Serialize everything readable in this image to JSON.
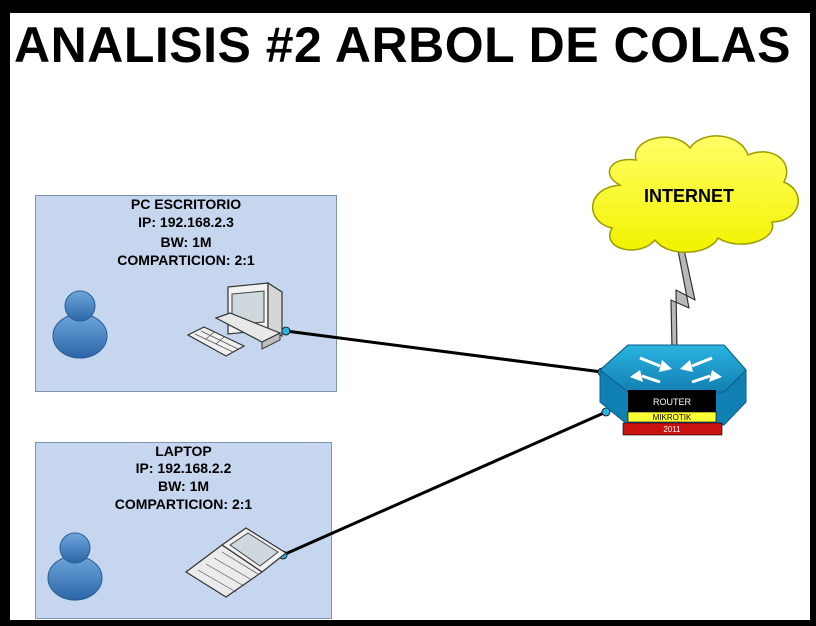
{
  "title": "ANALISIS #2 ARBOL DE COLAS",
  "pc": {
    "name": "PC ESCRITORIO",
    "ip": "IP: 192.168.2.3",
    "bw": "BW: 1M",
    "comparticion": "COMPARTICION: 2:1"
  },
  "laptop": {
    "name": "LAPTOP",
    "ip": "IP: 192.168.2.2",
    "bw": "BW: 1M",
    "comparticion": "COMPARTICION: 2:1"
  },
  "internet": {
    "label": "INTERNET",
    "color": "#ffff00"
  },
  "router": {
    "label": "ROUTER",
    "brand": "MIKROTIK",
    "year": "2011",
    "color": "#1a9fd0"
  },
  "colors": {
    "panel": "#c5d6ee",
    "user": "#4a87c8",
    "year_band": "#cc1111",
    "brand_band": "#ffff33"
  },
  "icons": [
    "user-icon",
    "desktop-computer-icon",
    "laptop-icon",
    "router-icon",
    "cloud-icon",
    "lightning-link-icon"
  ]
}
